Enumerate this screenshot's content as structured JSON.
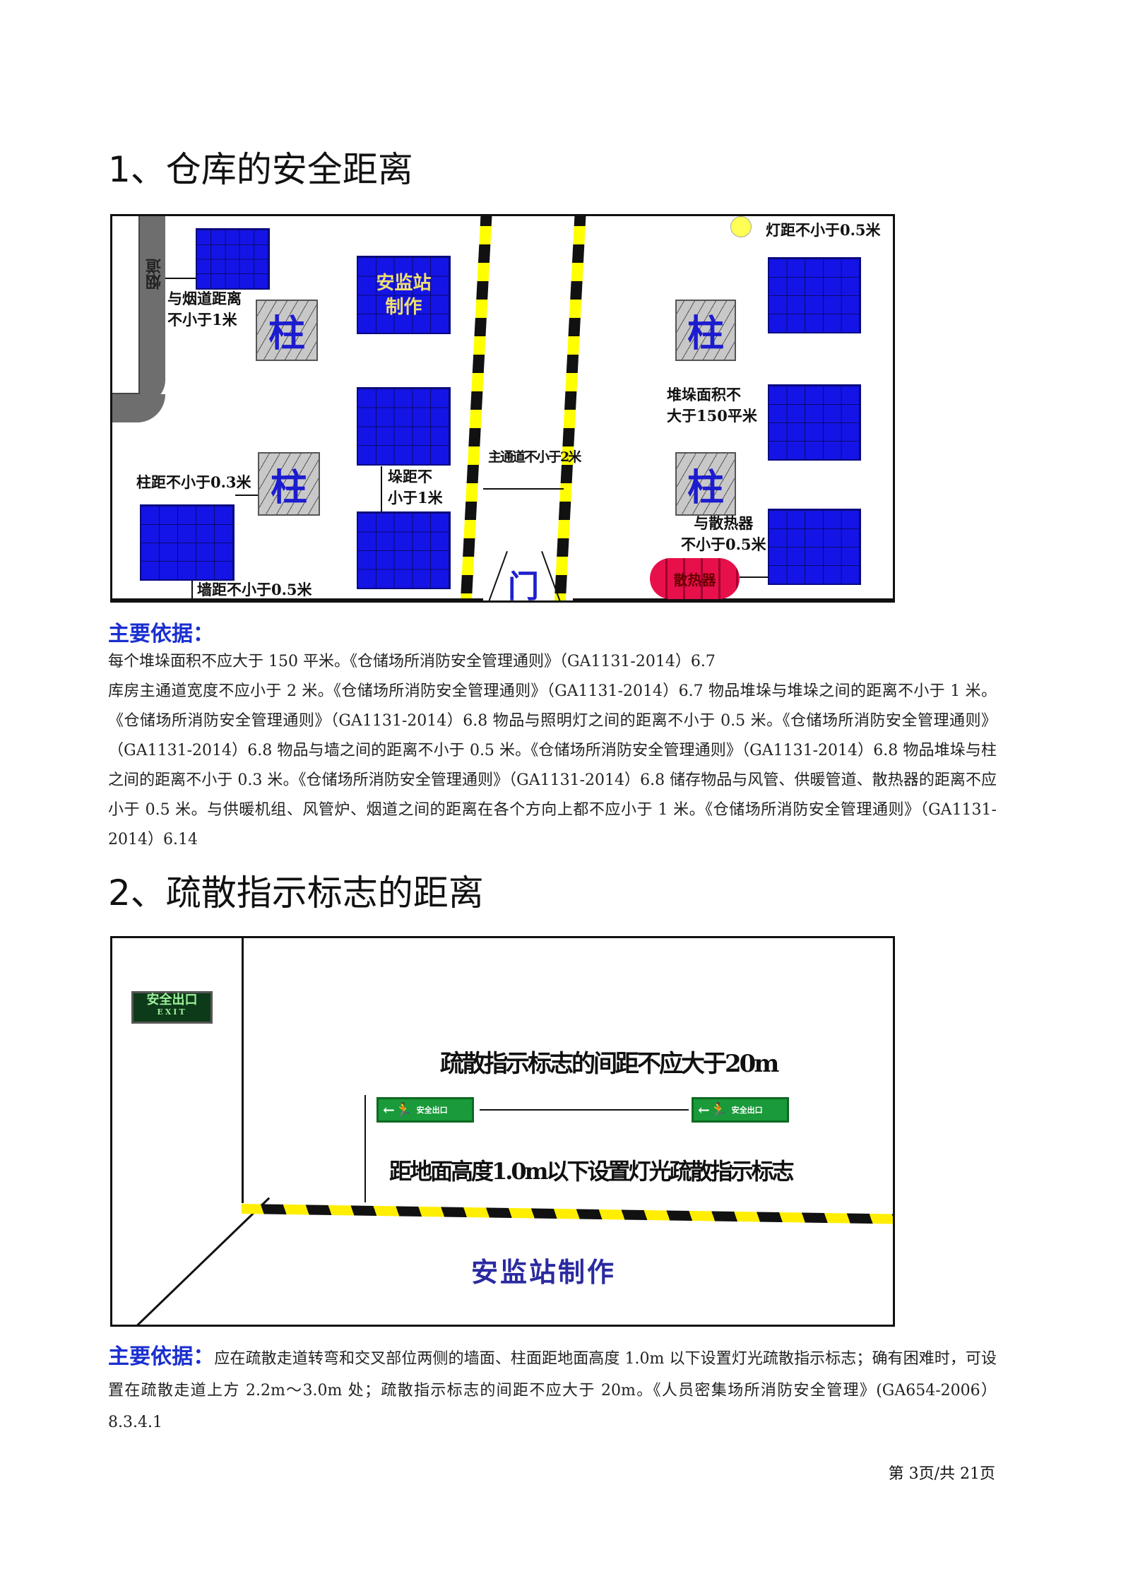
{
  "section1": {
    "heading": "1、仓库的安全距离",
    "diagram": {
      "chimney_label": "烟道",
      "chimney_distance": [
        "与烟道距离",
        "不小于1米"
      ],
      "column_char": "柱",
      "watermark": [
        "安监站",
        "制作"
      ],
      "column_distance": "柱距不小于0.3米",
      "stack_distance": [
        "垛距不",
        "小于1米"
      ],
      "wall_distance": "墙距不小于0.5米",
      "main_aisle": "主通道不小于2米",
      "door": "门",
      "lamp_distance": "灯距不小于0.5米",
      "stack_area": [
        "堆垛面积不",
        "大于150平米"
      ],
      "radiator_distance": [
        "与散热器",
        "不小于0.5米"
      ],
      "radiator": "散热器"
    },
    "basis_title": "主要依据：",
    "basis_line1": "每个堆垛面积不应大于 150 平米。《仓储场所消防安全管理通则》（GA1131-2014）6.7",
    "basis_rest": "库房主通道宽度不应小于 2 米。《仓储场所消防安全管理通则》（GA1131-2014）6.7 物品堆垛与堆垛之间的距离不小于 1 米。《仓储场所消防安全管理通则》（GA1131-2014）6.8 物品与照明灯之间的距离不小于 0.5 米。《仓储场所消防安全管理通则》（GA1131-2014）6.8 物品与墙之间的距离不小于 0.5 米。《仓储场所消防安全管理通则》（GA1131-2014）6.8 物品堆垛与柱之间的距离不小于 0.3 米。《仓储场所消防安全管理通则》（GA1131-2014）6.8 储存物品与风管、供暖管道、散热器的距离不应小于 0.5 米。与供暖机组、风管炉、烟道之间的距离在各个方向上都不应小于 1 米。《仓储场所消防安全管理通则》（GA1131-2014）6.14"
  },
  "section2": {
    "heading": "2、疏散指示标志的距离",
    "diagram": {
      "wall_sign": [
        "安全出口",
        "EXIT"
      ],
      "spacing_text": "疏散指示标志的间距不应大于20m",
      "height_text": "距地面高度1.0m以下设置灯光疏散指示标志",
      "sign_text": "安全出口",
      "watermark": "安监站制作"
    },
    "basis_title": "主要依据：",
    "basis_text": "应在疏散走道转弯和交叉部位两侧的墙面、柱面距地面高度 1.0m 以下设置灯光疏散指示标志；确有困难时，可设置在疏散走道上方 2.2m～3.0m 处；疏散指示标志的间距不应大于 20m。《人员密集场所消防安全管理》(GA654-2006）8.3.4.1"
  },
  "footer": {
    "page": "第 3页/共 21页"
  }
}
